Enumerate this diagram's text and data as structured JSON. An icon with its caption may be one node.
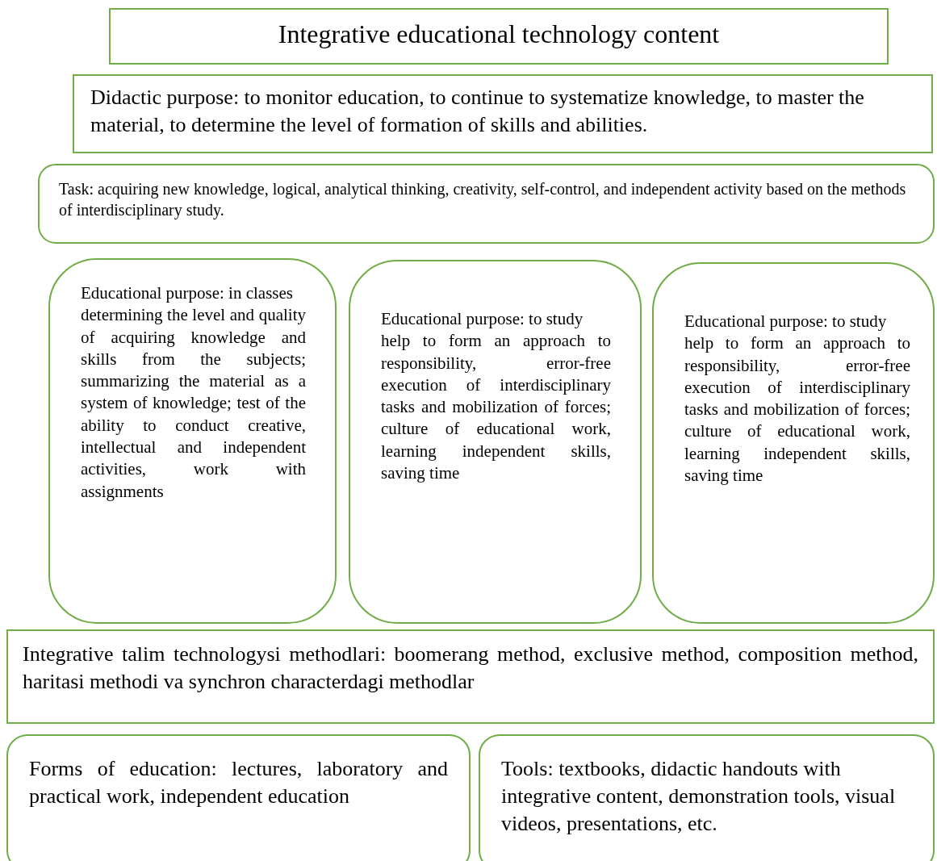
{
  "diagram": {
    "nodes": [
      {
        "text": [
          "Integrative educational technology content"
        ]
      },
      {
        "text": [
          "Didactic purpose: to monitor education, to continue to systematize knowledge, to master the material, to determine the level of formation of skills and abilities."
        ]
      },
      {
        "text": [
          "Task: acquiring new knowledge, logical, analytical thinking, creativity, self-control, and independent activity based on the methods of interdisciplinary study."
        ]
      },
      {
        "text": [
          "Educational purpose: in classes",
          "determining the level and quality of acquiring knowledge and skills from the subjects; summarizing the material as a system of knowledge; test of the ability to conduct creative, intellectual and independent activities, work with assignments"
        ]
      },
      {
        "text": [
          "Educational purpose: to study",
          "help to form an approach to responsibility, error-free execution of interdisciplinary tasks and mobilization of forces; culture of educational work, learning independent skills, saving time"
        ]
      },
      {
        "text": [
          "Educational purpose: to study",
          "help to form an approach to responsibility, error-free execution of interdisciplinary tasks and mobilization of forces; culture of educational work, learning independent skills, saving time"
        ]
      },
      {
        "text": [
          "Integrative talim technologysi methodlari: boomerang method, exclusive method, composition method, haritasi methodi va synchron characterdagi methodlar"
        ]
      },
      {
        "text": [
          "Forms of education: lectures, laboratory and practical work, independent education"
        ]
      },
      {
        "text": [
          "Tools: textbooks, didactic handouts with integrative content, demonstration tools, visual videos, presentations, etc."
        ]
      }
    ],
    "edges": []
  }
}
